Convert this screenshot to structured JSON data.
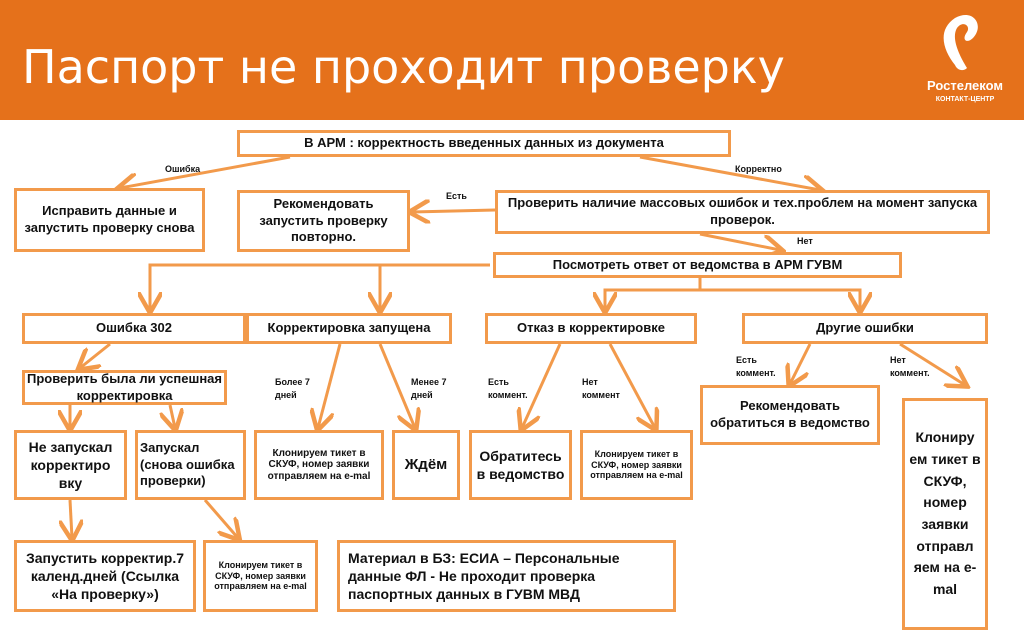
{
  "header": {
    "title": "Паспорт не проходит проверку",
    "logo_brand": "Ростелеком",
    "logo_sub": "КОНТАКТ-ЦЕНТР"
  },
  "boxes": {
    "b0": "В АРМ : корректность введенных данных из документа",
    "b1": "Исправить данные и запустить проверку снова",
    "b2": "Рекомендовать запустить проверку повторно.",
    "b3": "Проверить наличие массовых ошибок и тех.проблем на момент запуска проверок.",
    "b4": "Посмотреть ответ от ведомства в АРМ ГУВМ",
    "b5": "Ошибка 302",
    "b6": "Корректировка запущена",
    "b7": "Отказ в корректировке",
    "b8": "Другие ошибки",
    "b9": "Проверить была ли успешная корректировка",
    "b10": "Не запускал корректиро вку",
    "b11": "Запускал (снова ошибка проверки)",
    "b12": "Клонируем тикет в СКУФ, номер заявки отправляем на e-mal",
    "b13": "Ждём",
    "b14": "Обратитесь в ведомство",
    "b15": "Клонируем тикет в СКУФ, номер заявки отправляем на e-mal",
    "b16": "Рекомендовать обратиться в ведомство",
    "b17": "Клониру ем тикет в СКУФ, номер заявки отправл яем на e-mal",
    "b18": "Запустить корректир.7 календ.дней (Ссылка «На проверку»)",
    "b19": "Клонируем тикет в СКУФ, номер заявки отправляем на e-mal",
    "b20": "Материал в БЗ: ЕСИА – Персональные данные  ФЛ - Не проходит проверка паспортных данных в ГУВМ МВД"
  },
  "labels": {
    "l0": "Ошибка",
    "l1": "Корректно",
    "l2": "Есть",
    "l3": "Нет",
    "l4": "Более 7 дней",
    "l5": "Менее 7 дней",
    "l6": "Есть коммент.",
    "l7": "Нет коммент",
    "l8": "Есть коммент.",
    "l9": "Нет коммент."
  },
  "colors": {
    "header": "#E5711B",
    "border": "#F29A4B"
  }
}
